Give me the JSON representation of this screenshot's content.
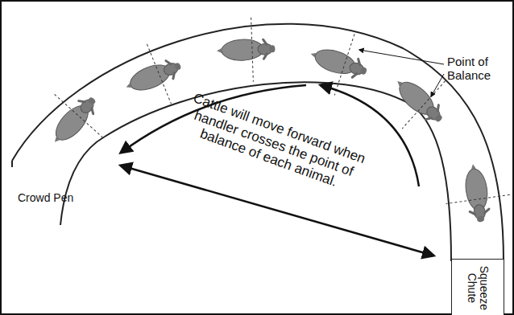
{
  "diagram": {
    "nodes": [
      {
        "text": [
          "Squeeze Chute"
        ]
      }
    ],
    "labels": [
      "Point of Balance",
      "Crowd Pen",
      "Cattle will move forward when handler crosses the point of balance of each animal."
    ]
  }
}
